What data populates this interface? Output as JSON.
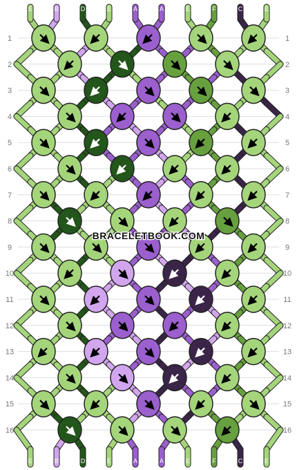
{
  "watermark": "BRACELETBOOK.COM",
  "row_numbers": [
    "1",
    "2",
    "3",
    "4",
    "5",
    "6",
    "7",
    "8",
    "9",
    "10",
    "11",
    "12",
    "13",
    "14",
    "15",
    "16"
  ],
  "strands_top": [
    "E",
    "B",
    "D",
    "E",
    "A",
    "A",
    "E",
    "F",
    "C",
    "E"
  ],
  "strands_bottom": [
    "E",
    "B",
    "D",
    "E",
    "A",
    "A",
    "E",
    "F",
    "C",
    "E"
  ],
  "colors": {
    "A": "#9b5fce",
    "B": "#d2a6ee",
    "C": "#3a2548",
    "D": "#23561a",
    "E": "#a5d57b",
    "F": "#67a03e"
  },
  "knots": [
    [
      {
        "c": "E",
        "d": "br"
      },
      {
        "c": "E",
        "d": "bl"
      },
      {
        "c": "A",
        "d": "bl"
      },
      {
        "c": "E",
        "d": "br"
      },
      {
        "c": "E",
        "d": "bl"
      }
    ],
    [
      {
        "c": "E",
        "d": "bl"
      },
      {
        "c": "D",
        "d": "br"
      },
      {
        "c": "F",
        "d": "br"
      },
      {
        "c": "E",
        "d": "br"
      }
    ],
    [
      {
        "c": "E",
        "d": "br"
      },
      {
        "c": "D",
        "d": "bl"
      },
      {
        "c": "A",
        "d": "br"
      },
      {
        "c": "F",
        "d": "br"
      },
      {
        "c": "E",
        "d": "br"
      }
    ],
    [
      {
        "c": "E",
        "d": "br"
      },
      {
        "c": "A",
        "d": "bl"
      },
      {
        "c": "A",
        "d": "br"
      },
      {
        "c": "E",
        "d": "bl"
      }
    ],
    [
      {
        "c": "E",
        "d": "br"
      },
      {
        "c": "D",
        "d": "bl"
      },
      {
        "c": "A",
        "d": "br"
      },
      {
        "c": "F",
        "d": "bl"
      },
      {
        "c": "E",
        "d": "bl"
      }
    ],
    [
      {
        "c": "E",
        "d": "br"
      },
      {
        "c": "D",
        "d": "bl"
      },
      {
        "c": "E",
        "d": "bl"
      },
      {
        "c": "E",
        "d": "bl"
      }
    ],
    [
      {
        "c": "E",
        "d": "br"
      },
      {
        "c": "E",
        "d": "bl"
      },
      {
        "c": "A",
        "d": "bl"
      },
      {
        "c": "E",
        "d": "bl"
      },
      {
        "c": "E",
        "d": "bl"
      }
    ],
    [
      {
        "c": "D",
        "d": "br"
      },
      {
        "c": "E",
        "d": "br"
      },
      {
        "c": "E",
        "d": "bl"
      },
      {
        "c": "F",
        "d": "br"
      }
    ],
    [
      {
        "c": "E",
        "d": "br"
      },
      {
        "c": "E",
        "d": "br"
      },
      {
        "c": "A",
        "d": "br"
      },
      {
        "c": "E",
        "d": "bl"
      },
      {
        "c": "E",
        "d": "bl"
      }
    ],
    [
      {
        "c": "E",
        "d": "bl"
      },
      {
        "c": "B",
        "d": "br"
      },
      {
        "c": "C",
        "d": "bl"
      },
      {
        "c": "E",
        "d": "bl"
      }
    ],
    [
      {
        "c": "E",
        "d": "br"
      },
      {
        "c": "B",
        "d": "bl"
      },
      {
        "c": "A",
        "d": "br"
      },
      {
        "c": "C",
        "d": "bl"
      },
      {
        "c": "E",
        "d": "bl"
      }
    ],
    [
      {
        "c": "E",
        "d": "br"
      },
      {
        "c": "A",
        "d": "br"
      },
      {
        "c": "A",
        "d": "bl"
      },
      {
        "c": "E",
        "d": "bl"
      }
    ],
    [
      {
        "c": "E",
        "d": "bl"
      },
      {
        "c": "B",
        "d": "bl"
      },
      {
        "c": "A",
        "d": "br"
      },
      {
        "c": "C",
        "d": "bl"
      },
      {
        "c": "E",
        "d": "bl"
      }
    ],
    [
      {
        "c": "E",
        "d": "br"
      },
      {
        "c": "B",
        "d": "br"
      },
      {
        "c": "C",
        "d": "bl"
      },
      {
        "c": "E",
        "d": "bl"
      }
    ],
    [
      {
        "c": "E",
        "d": "br"
      },
      {
        "c": "E",
        "d": "bl"
      },
      {
        "c": "A",
        "d": "br"
      },
      {
        "c": "E",
        "d": "bl"
      },
      {
        "c": "E",
        "d": "br"
      }
    ],
    [
      {
        "c": "D",
        "d": "br"
      },
      {
        "c": "E",
        "d": "br"
      },
      {
        "c": "E",
        "d": "br"
      },
      {
        "c": "F",
        "d": "bl"
      }
    ]
  ],
  "connectors": [
    [
      "E",
      "B",
      "D",
      "E",
      "A",
      "A",
      "E",
      "F",
      "C",
      "E"
    ],
    [
      "E",
      "E",
      "B",
      "E",
      "D",
      "A",
      "A",
      "F",
      "E",
      "E"
    ],
    [
      "E",
      "E",
      "B",
      "D",
      "E",
      "A",
      "F",
      "A",
      "C",
      "E"
    ],
    [
      "E",
      "E",
      "D",
      "B",
      "A",
      "E",
      "A",
      "F",
      "E",
      "C"
    ],
    [
      "E",
      "E",
      "D",
      "A",
      "B",
      "A",
      "E",
      "F",
      "C",
      "E"
    ],
    [
      "E",
      "E",
      "D",
      "A",
      "A",
      "B",
      "E",
      "F",
      "C",
      "E"
    ],
    [
      "E",
      "E",
      "D",
      "E",
      "A",
      "B",
      "A",
      "F",
      "C",
      "E"
    ],
    [
      "E",
      "D",
      "E",
      "E",
      "A",
      "B",
      "A",
      "F",
      "C",
      "E"
    ],
    [
      "E",
      "D",
      "E",
      "E",
      "A",
      "A",
      "B",
      "C",
      "F",
      "E"
    ],
    [
      "E",
      "E",
      "D",
      "E",
      "A",
      "B",
      "C",
      "A",
      "F",
      "E"
    ],
    [
      "E",
      "E",
      "D",
      "B",
      "A",
      "C",
      "B",
      "A",
      "F",
      "E"
    ],
    [
      "E",
      "E",
      "D",
      "B",
      "A",
      "C",
      "A",
      "B",
      "F",
      "E"
    ],
    [
      "E",
      "E",
      "D",
      "A",
      "B",
      "C",
      "A",
      "B",
      "F",
      "E"
    ],
    [
      "E",
      "E",
      "D",
      "B",
      "A",
      "C",
      "B",
      "A",
      "F",
      "E"
    ],
    [
      "E",
      "E",
      "D",
      "E",
      "B",
      "C",
      "A",
      "A",
      "F",
      "E"
    ],
    [
      "E",
      "D",
      "E",
      "E",
      "B",
      "A",
      "C",
      "F",
      "E",
      "E"
    ],
    [
      "E",
      "B",
      "D",
      "E",
      "A",
      "A",
      "E",
      "F",
      "C",
      "E"
    ]
  ]
}
